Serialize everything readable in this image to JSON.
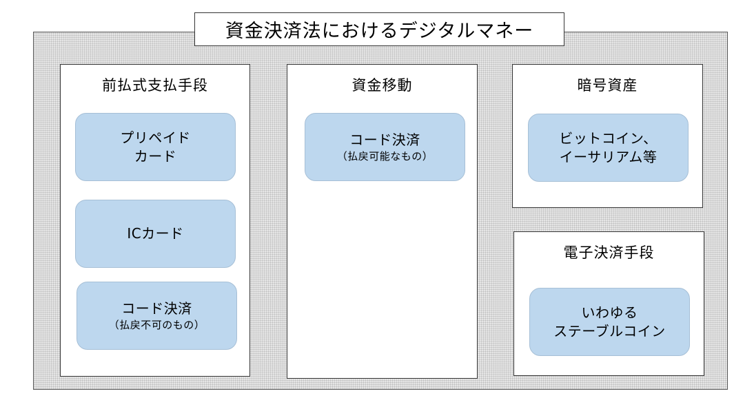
{
  "title": "資金決済法におけるデジタルマネー",
  "categories": [
    {
      "label": "前払式支払手段",
      "items": [
        {
          "lines": [
            "プリペイド",
            "カード"
          ],
          "note": ""
        },
        {
          "lines": [
            "ICカード"
          ],
          "note": ""
        },
        {
          "lines": [
            "コード決済"
          ],
          "note": "（払戻不可のもの）"
        }
      ]
    },
    {
      "label": "資金移動",
      "items": [
        {
          "lines": [
            "コード決済"
          ],
          "note": "（払戻可能なもの）"
        }
      ]
    },
    {
      "label": "暗号資産",
      "items": [
        {
          "lines": [
            "ビットコイン、",
            "イーサリアム等"
          ],
          "note": ""
        }
      ]
    },
    {
      "label": "電子決済手段",
      "items": [
        {
          "lines": [
            "いわゆる",
            "ステーブルコイン"
          ],
          "note": ""
        }
      ]
    }
  ],
  "colors": {
    "item_fill": "#bdd7ee",
    "background": "#e6e6e6",
    "box_border": "#333333"
  }
}
